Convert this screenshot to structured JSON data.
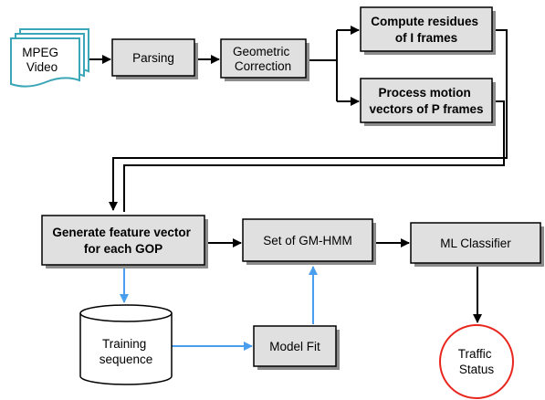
{
  "nodes": {
    "mpeg_video": {
      "lines": [
        "MPEG",
        "Video"
      ]
    },
    "parsing": {
      "lines": [
        "Parsing"
      ]
    },
    "geometric_correction": {
      "lines": [
        "Geometric",
        "Correction"
      ]
    },
    "compute_residues": {
      "lines": [
        "Compute residues",
        "of I frames"
      ]
    },
    "process_motion": {
      "lines": [
        "Process motion",
        "vectors of P frames"
      ]
    },
    "generate_feature": {
      "lines": [
        "Generate feature vector",
        "for each GOP"
      ]
    },
    "set_gmhmm": {
      "lines": [
        "Set of GM-HMM"
      ]
    },
    "ml_classifier": {
      "lines": [
        "ML Classifier"
      ]
    },
    "training_sequence": {
      "lines": [
        "Training",
        "sequence"
      ]
    },
    "model_fit": {
      "lines": [
        "Model Fit"
      ]
    },
    "traffic_status": {
      "lines": [
        "Traffic",
        "Status"
      ]
    }
  },
  "colors": {
    "box_fill": "#e0e0e0",
    "box_stroke": "#000000",
    "shadow": "#8c8c8c",
    "doc_stroke": "#3aa6b7",
    "circle_stroke": "#e8261e",
    "arrow_black": "#000000",
    "arrow_blue": "#4a9ef0"
  }
}
